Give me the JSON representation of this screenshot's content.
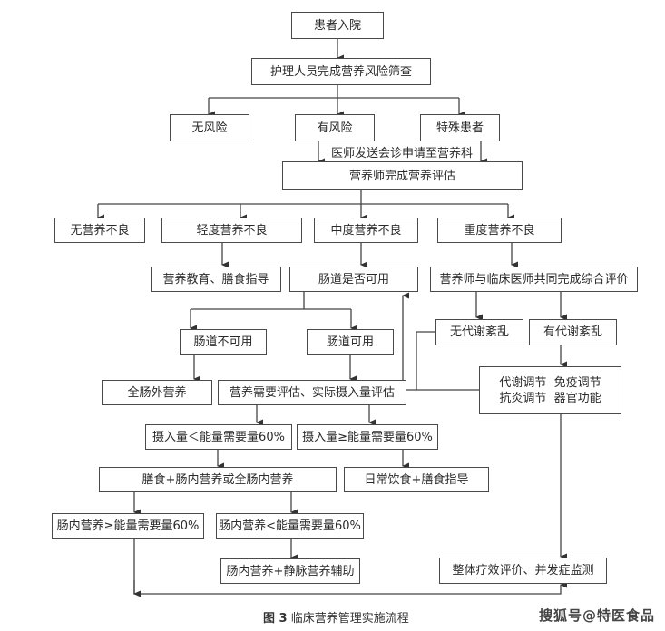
{
  "nodes": {
    "admit": "患者入院",
    "screen": "护理人员完成营养风险筛查",
    "no_risk": "无风险",
    "risk": "有风险",
    "special": "特殊患者",
    "consult_note": "医师发送会诊申请至营养科",
    "assess": "营养师完成营养评估",
    "none_mal": "无营养不良",
    "mild_mal": "轻度营养不良",
    "moderate_mal": "中度营养不良",
    "severe_mal": "重度营养不良",
    "education": "营养教育、膳食指导",
    "gut_check": "肠道是否可用",
    "joint_eval": "营养师与临床医师共同完成综合评价",
    "gut_unusable": "肠道不可用",
    "gut_usable": "肠道可用",
    "no_metab": "无代谢紊乱",
    "metab": "有代谢紊乱",
    "tpn": "全肠外营养",
    "needs_eval": "营养需要评估、实际摄入量评估",
    "regulation_line1": "代谢调节  免疫调节",
    "regulation_line2": "抗炎调节  器官功能",
    "intake_low": "摄入量＜能量需要量60%",
    "intake_high": "摄入量≥能量需要量60%",
    "diet_en": "膳食+肠内营养或全肠内营养",
    "daily_diet": "日常饮食+膳食指导",
    "en_high": "肠内营养≥能量需要量60%",
    "en_low": "肠内营养<能量需要量60%",
    "en_pn": "肠内营养+静脉营养辅助",
    "overall": "整体疗效评价、并发症监测"
  },
  "caption": {
    "label": "图 3",
    "title": "临床营养管理实施流程"
  },
  "watermark": "搜狐号@特医食品"
}
